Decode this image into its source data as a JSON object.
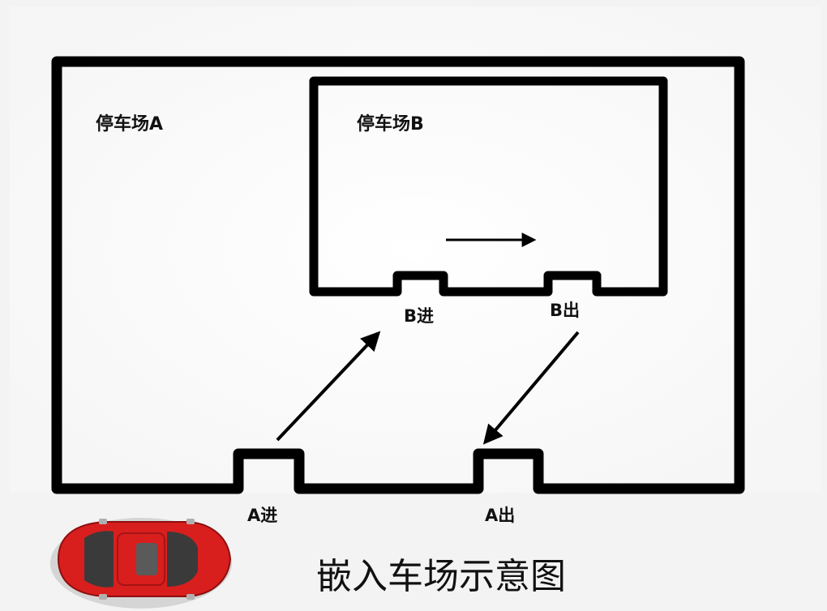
{
  "diagram": {
    "lot_a_label": "停车场A",
    "lot_b_label": "停车场B",
    "gate_b_in": "B进",
    "gate_b_out": "B出",
    "gate_a_in": "A进",
    "gate_a_out": "A出",
    "caption": "嵌入车场示意图"
  },
  "colors": {
    "wall": "#000000",
    "car_body": "#d91e1e",
    "car_glass": "#3a3a3a"
  }
}
